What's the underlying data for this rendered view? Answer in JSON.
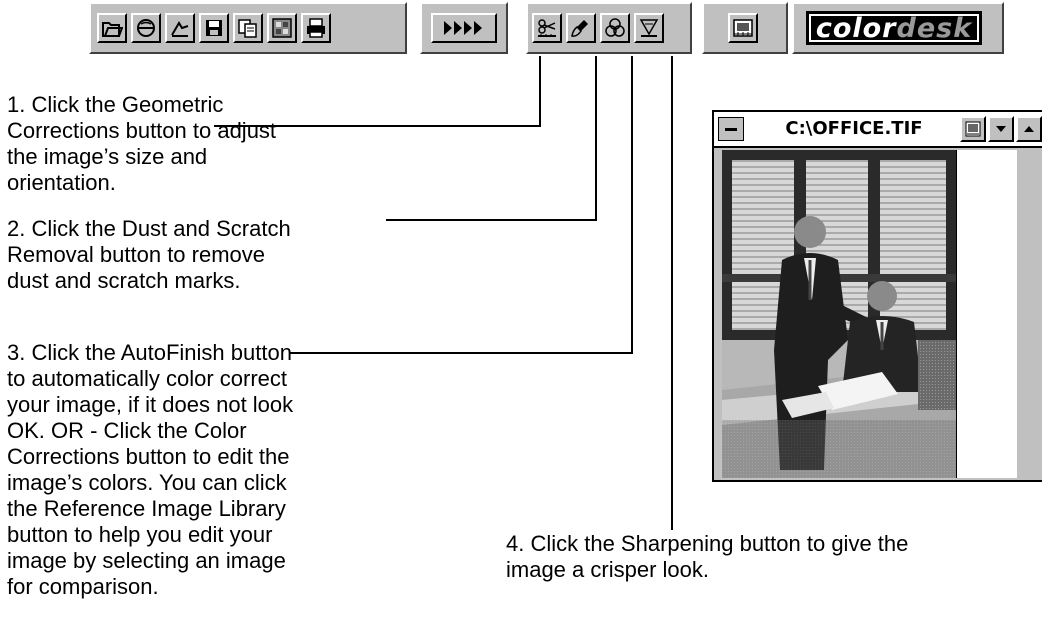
{
  "toolbar": {
    "buttons_left": [
      {
        "name": "open-icon"
      },
      {
        "name": "scan-icon"
      },
      {
        "name": "zoom-icon"
      },
      {
        "name": "save-icon"
      },
      {
        "name": "copy-icon"
      },
      {
        "name": "thumbnail-icon"
      },
      {
        "name": "print-icon"
      }
    ],
    "step_button": {
      "name": "fast-forward-icon"
    },
    "buttons_tools": [
      {
        "name": "geometric-corrections-icon"
      },
      {
        "name": "dust-scratch-removal-icon"
      },
      {
        "name": "autofinish-icon"
      },
      {
        "name": "sharpening-icon"
      }
    ],
    "library_button": {
      "name": "reference-image-library-icon"
    },
    "brand": {
      "part1": "color",
      "part2": "desk"
    }
  },
  "callouts": {
    "step1": "1. Click the Geometric Corrections button to adjust the image’s size and orientation.",
    "step2": "2. Click the Dust and Scratch Removal button to remove dust and scratch marks.",
    "step3": "3. Click the AutoFinish button to automatically color correct your image, if it does not look OK. OR - Click the Color Corrections button to edit the image’s colors. You can click the Reference Image Library button to help you edit your image by selecting an image for comparison.",
    "step4": "4. Click the Sharpening button to give the image a crisper look."
  },
  "image_window": {
    "title": "C:\\OFFICE.TIF",
    "image_icon": "photo-icon"
  },
  "colors": {
    "toolbar_gray": "#c0c0c0",
    "brand_background": "#000000",
    "text": "#000000"
  }
}
